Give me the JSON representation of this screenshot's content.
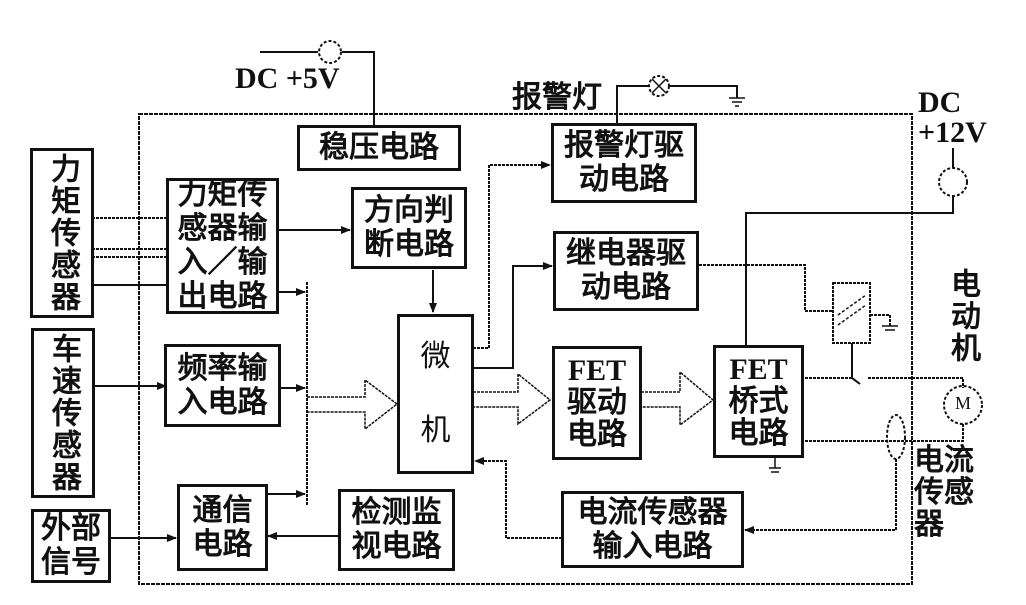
{
  "power": {
    "dc5v": "DC  +5V",
    "dc12v_line1": "DC",
    "dc12v_line2": "+12V"
  },
  "labels": {
    "alarm_lamp": "报警灯",
    "motor": "电动机",
    "motor_symbol": "M",
    "current_sensor": "电流传感器"
  },
  "external": {
    "torque_sensor": "力矩传感器",
    "speed_sensor": "车速传感器",
    "external_signal_l1": "外部",
    "external_signal_l2": "信号"
  },
  "blocks": {
    "regulator": "稳压电路",
    "torque_io_l1": "力矩传",
    "torque_io_l2": "感器输",
    "torque_io_l3": "入／输",
    "torque_io_l4": "出电路",
    "direction_l1": "方向判",
    "direction_l2": "断电路",
    "freq_l1": "频率输",
    "freq_l2": "入电路",
    "comm_l1": "通信",
    "comm_l2": "电路",
    "monitor_l1": "检测监",
    "monitor_l2": "视电路",
    "mcu_l1": "微",
    "mcu_l2": "机",
    "alarm_drv_l1": "报警灯驱",
    "alarm_drv_l2": "动电路",
    "relay_drv_l1": "继电器驱",
    "relay_drv_l2": "动电路",
    "fet_drv_l1": "FET",
    "fet_drv_l2": "驱动",
    "fet_drv_l3": "电路",
    "fet_bridge_l1": "FET",
    "fet_bridge_l2": "桥式",
    "fet_bridge_l3": "电路",
    "cur_in_l1": "电流传感器",
    "cur_in_l2": "输入电路"
  }
}
